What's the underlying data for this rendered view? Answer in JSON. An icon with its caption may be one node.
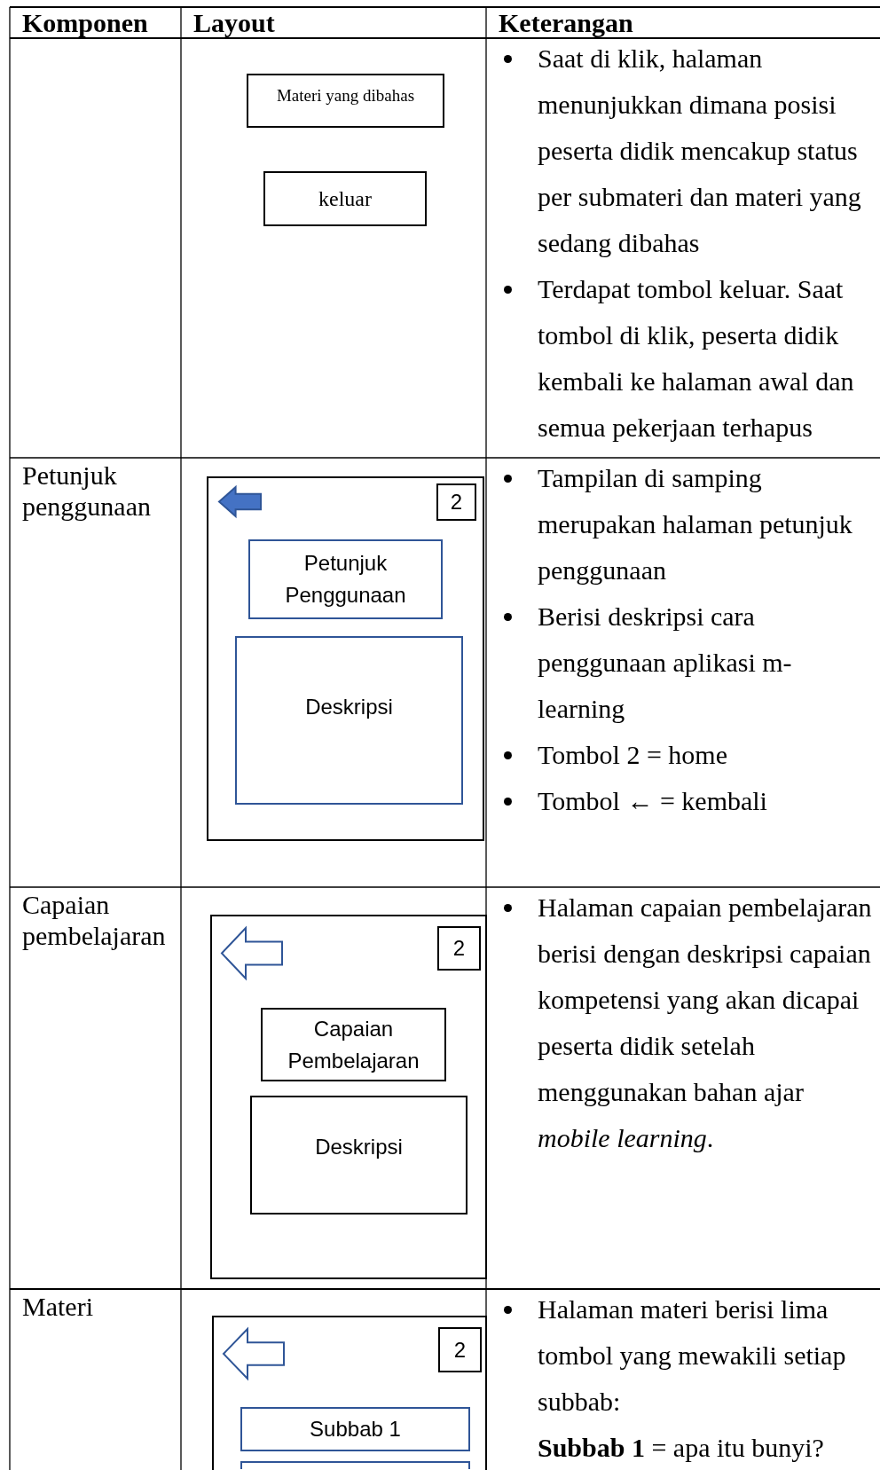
{
  "diagram": {
    "nodes": [
      {
        "text": [
          "Materi yang dibahas"
        ]
      },
      {
        "text": [
          "keluar"
        ]
      },
      {
        "text": [],
        "shape": "box"
      },
      {
        "text": [
          "2"
        ],
        "in": 2
      },
      {
        "text": [
          "Petunjuk Penggunaan"
        ],
        "in": 2
      },
      {
        "text": [
          "Deskripsi"
        ],
        "in": 2
      },
      {
        "text": [],
        "shape": "box"
      },
      {
        "text": [
          "2"
        ],
        "in": 6
      },
      {
        "text": [
          "Capaian Pembelajaran"
        ],
        "in": 6
      },
      {
        "text": [
          "Deskripsi"
        ],
        "in": 6
      },
      {
        "text": [],
        "shape": "box"
      },
      {
        "text": [
          "2"
        ],
        "in": 10
      },
      {
        "text": [
          "Subbab 1"
        ],
        "in": 10
      },
      {
        "text": [],
        "shape": "box",
        "in": 10
      }
    ],
    "labels": [
      "Komponen",
      "Layout",
      "Keterangan",
      "Saat di klik, halaman menunjukkan dimana posisi peserta didik mencakup status per submateri dan materi yang sedang dibahas",
      "Terdapat tombol keluar. Saat tombol di klik, peserta didik kembali ke halaman awal dan semua pekerjaan terhapus",
      "Petunjuk penggunaan",
      "Tampilan di samping merupakan halaman petunjuk penggunaan",
      "Berisi deskripsi cara penggunaan aplikasi m-learning",
      "Tombol 2 = home",
      "Tombol ← = kembali",
      "Capaian pembelajaran",
      "Halaman capaian pembelajaran berisi dengan deskripsi capaian kompetensi yang akan dicapai peserta didik setelah menggunakan bahan ajar *mobile learning*.",
      "Materi",
      "Halaman materi berisi lima tombol yang mewakili setiap subbab:",
      "**Subbab 1** = apa itu bunyi?"
    ]
  }
}
